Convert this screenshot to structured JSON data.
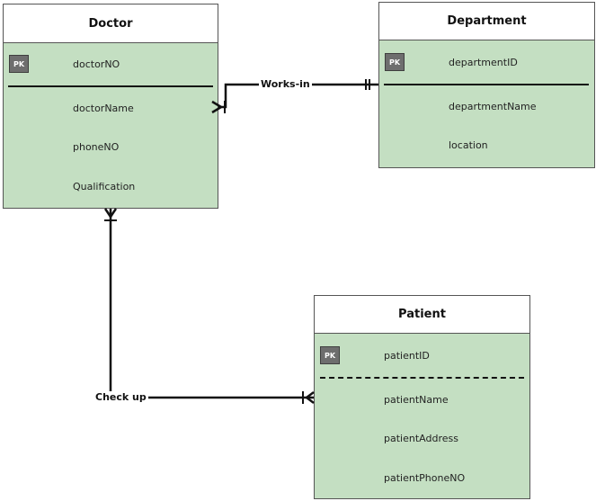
{
  "entities": {
    "doctor": {
      "title": "Doctor",
      "pk_badge": "PK",
      "pk_attr": "doctorNO",
      "attrs": [
        "doctorName",
        "phoneNO",
        "Qualification"
      ]
    },
    "department": {
      "title": "Department",
      "pk_badge": "PK",
      "pk_attr": "departmentID",
      "attrs": [
        "departmentName",
        "location"
      ]
    },
    "patient": {
      "title": "Patient",
      "pk_badge": "PK",
      "pk_attr": "patientID",
      "attrs": [
        "patientName",
        "patientAddress",
        "patientPhoneNO"
      ]
    }
  },
  "relationships": {
    "works_in": "Works-in",
    "check_up": "Check up"
  },
  "colors": {
    "entity_body": "#c4dfc2",
    "pk_badge": "#6e6e6e",
    "line": "#111111"
  }
}
